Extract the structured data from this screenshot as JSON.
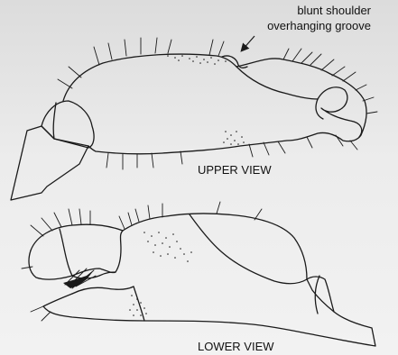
{
  "annotation": {
    "line1": "blunt shoulder",
    "line2": "overhanging groove"
  },
  "captions": {
    "upper": "UPPER VIEW",
    "lower": "LOWER VIEW"
  },
  "colors": {
    "background_top": "#dcdcdc",
    "background_bottom": "#f2f2f2",
    "ink": "#1a1a1a"
  }
}
